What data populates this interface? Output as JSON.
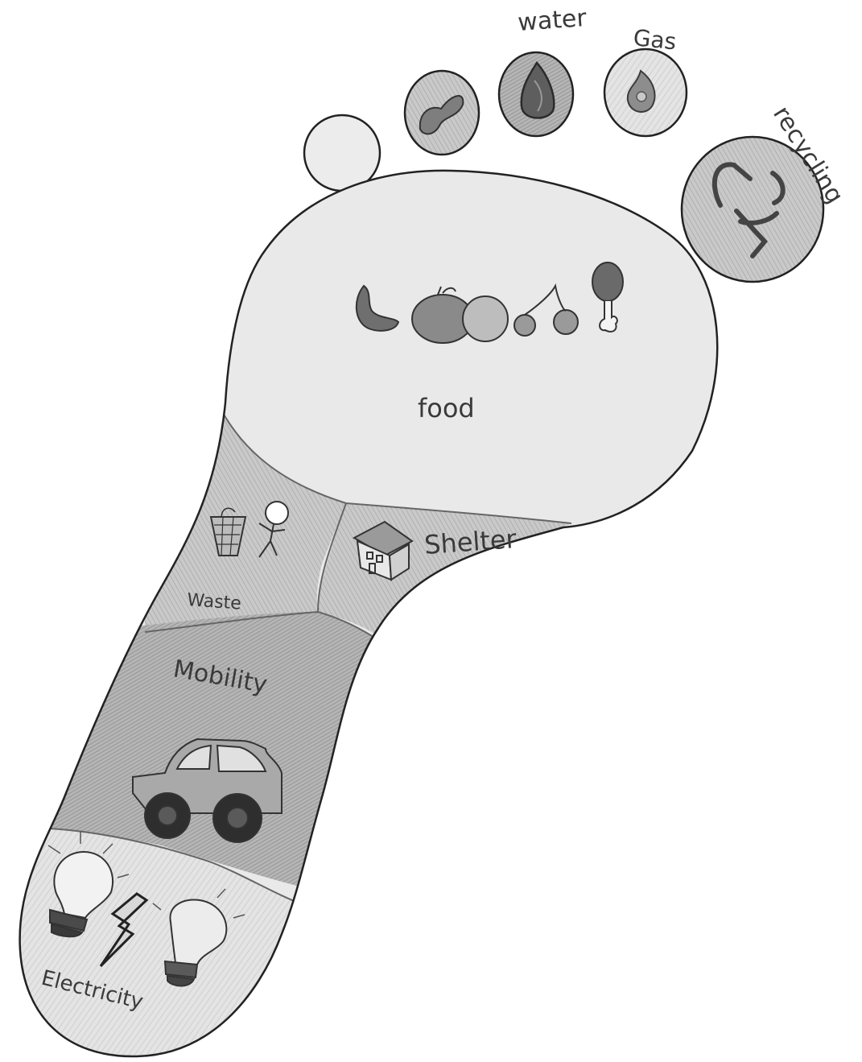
{
  "labels": {
    "water": "water",
    "gas": "Gas",
    "recycling": "recycling",
    "food": "food",
    "waste": "Waste",
    "shelter": "Shelter",
    "mobility": "Mobility",
    "electricity": "Electricity"
  },
  "colors": {
    "outline": "#2b2b2b",
    "pencil_light": "#dcdcdc",
    "pencil_mid": "#c4c4c4",
    "pencil_dark": "#a8a8a8",
    "pencil_darker": "#8a8a8a",
    "ink": "#3a3a3a"
  },
  "icons": [
    "bean-icon",
    "water-drop-icon",
    "gas-flame-icon",
    "recycling-arrows-icon",
    "sausage-icon",
    "apple-icon",
    "orange-icon",
    "cherries-icon",
    "drumstick-icon",
    "trash-basket-icon",
    "stick-figure-icon",
    "house-icon",
    "car-icon",
    "light-bulb-icon",
    "lightning-bolt-icon"
  ]
}
